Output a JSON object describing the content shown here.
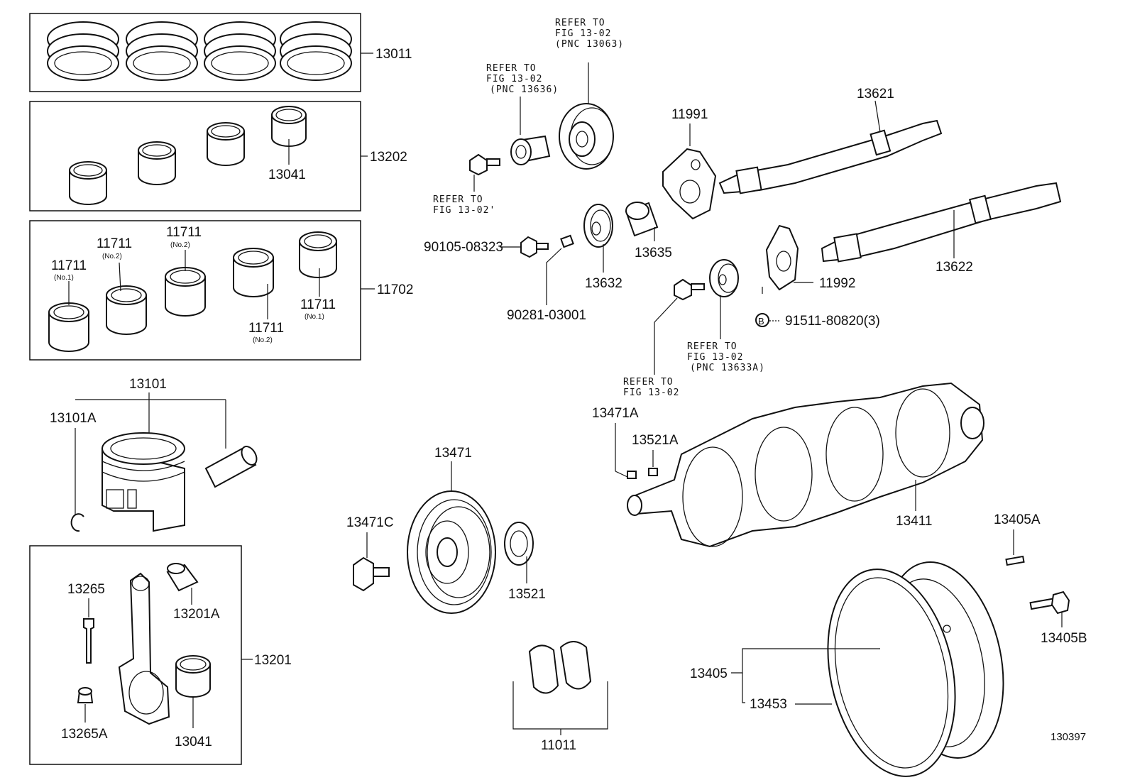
{
  "labels": {
    "p13011": "13011",
    "p13202": "13202",
    "p13041a": "13041",
    "p11702": "11702",
    "p11711_no1_left": "11711",
    "p11711_no2_left": "11711",
    "p11711_no2_mid": "11711",
    "p11711_no2_right": "11711",
    "p11711_no1_right": "11711",
    "no1": "(No.1)",
    "no2": "(No.2)",
    "p13101": "13101",
    "p13101A": "13101A",
    "p13265": "13265",
    "p13201A": "13201A",
    "p13201": "13201",
    "p13265A": "13265A",
    "p13041b": "13041",
    "p13471": "13471",
    "p13471C": "13471C",
    "p13521": "13521",
    "p11011": "11011",
    "p90105": "90105-08323",
    "p90281": "90281-03001",
    "p13632": "13632",
    "p13635": "13635",
    "p11991": "11991",
    "p13621": "13621",
    "p13622": "13622",
    "p11992": "11992",
    "p91511": "91511-80820(3)",
    "circleB": "B",
    "p13471A": "13471A",
    "p13521A": "13521A",
    "p13411": "13411",
    "p13405A": "13405A",
    "p13405B": "13405B",
    "p13405": "13405",
    "p13453": "13453",
    "figure_id": "130397"
  },
  "refs": {
    "ref1": [
      "REFER TO",
      "FIG 13-02",
      "(PNC 13063)"
    ],
    "ref2": [
      "REFER TO",
      "FIG 13-02",
      "(PNC 13636)"
    ],
    "ref3": [
      "REFER TO",
      "FIG 13-02'"
    ],
    "ref4": [
      "REFER TO",
      "FIG 13-02",
      "(PNC 13633A)"
    ],
    "ref5": [
      "REFER TO",
      "FIG 13-02"
    ]
  }
}
